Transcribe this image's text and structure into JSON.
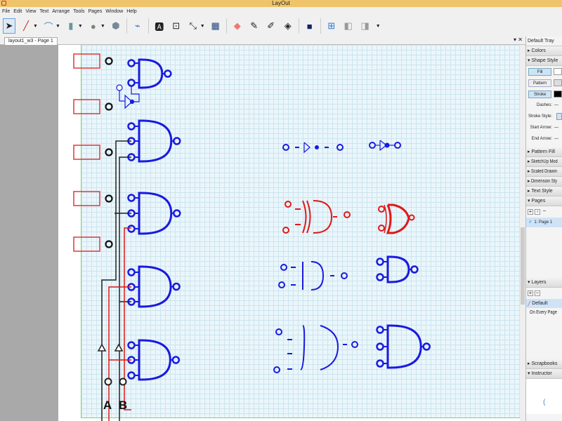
{
  "window": {
    "title": "LayOut"
  },
  "menu": [
    "File",
    "Edit",
    "View",
    "Text",
    "Arrange",
    "Tools",
    "Pages",
    "Window",
    "Help"
  ],
  "tab": {
    "label": "layout1_w3 - Page 1"
  },
  "tray": {
    "title": "Default Tray",
    "colors": "Colors",
    "shape_style": "Shape Style",
    "fill": "Fill",
    "pattern": "Pattern",
    "stroke": "Stroke",
    "dashes": "Dashes:",
    "stroke_style": "Stroke Style:",
    "start_arrow": "Start Arrow:",
    "end_arrow": "End Arrow:",
    "pattern_fill": "Pattern Fill",
    "sketchup": "SketchUp Mod",
    "scaled": "Scaled Drawin",
    "dimension": "Dimension Sty",
    "text_style": "Text Style",
    "pages": "Pages",
    "page_item": "1: Page 1",
    "page_hash": "#",
    "layers": "Layers",
    "layer_default": "Default",
    "layer_every": "On Every Page",
    "scrapbooks": "Scrapbooks",
    "instructor": "Instructor"
  },
  "canvas": {
    "label_a": "A",
    "label_b": "B",
    "accent_blue": "#1a1ae0",
    "accent_red": "#e01818"
  }
}
